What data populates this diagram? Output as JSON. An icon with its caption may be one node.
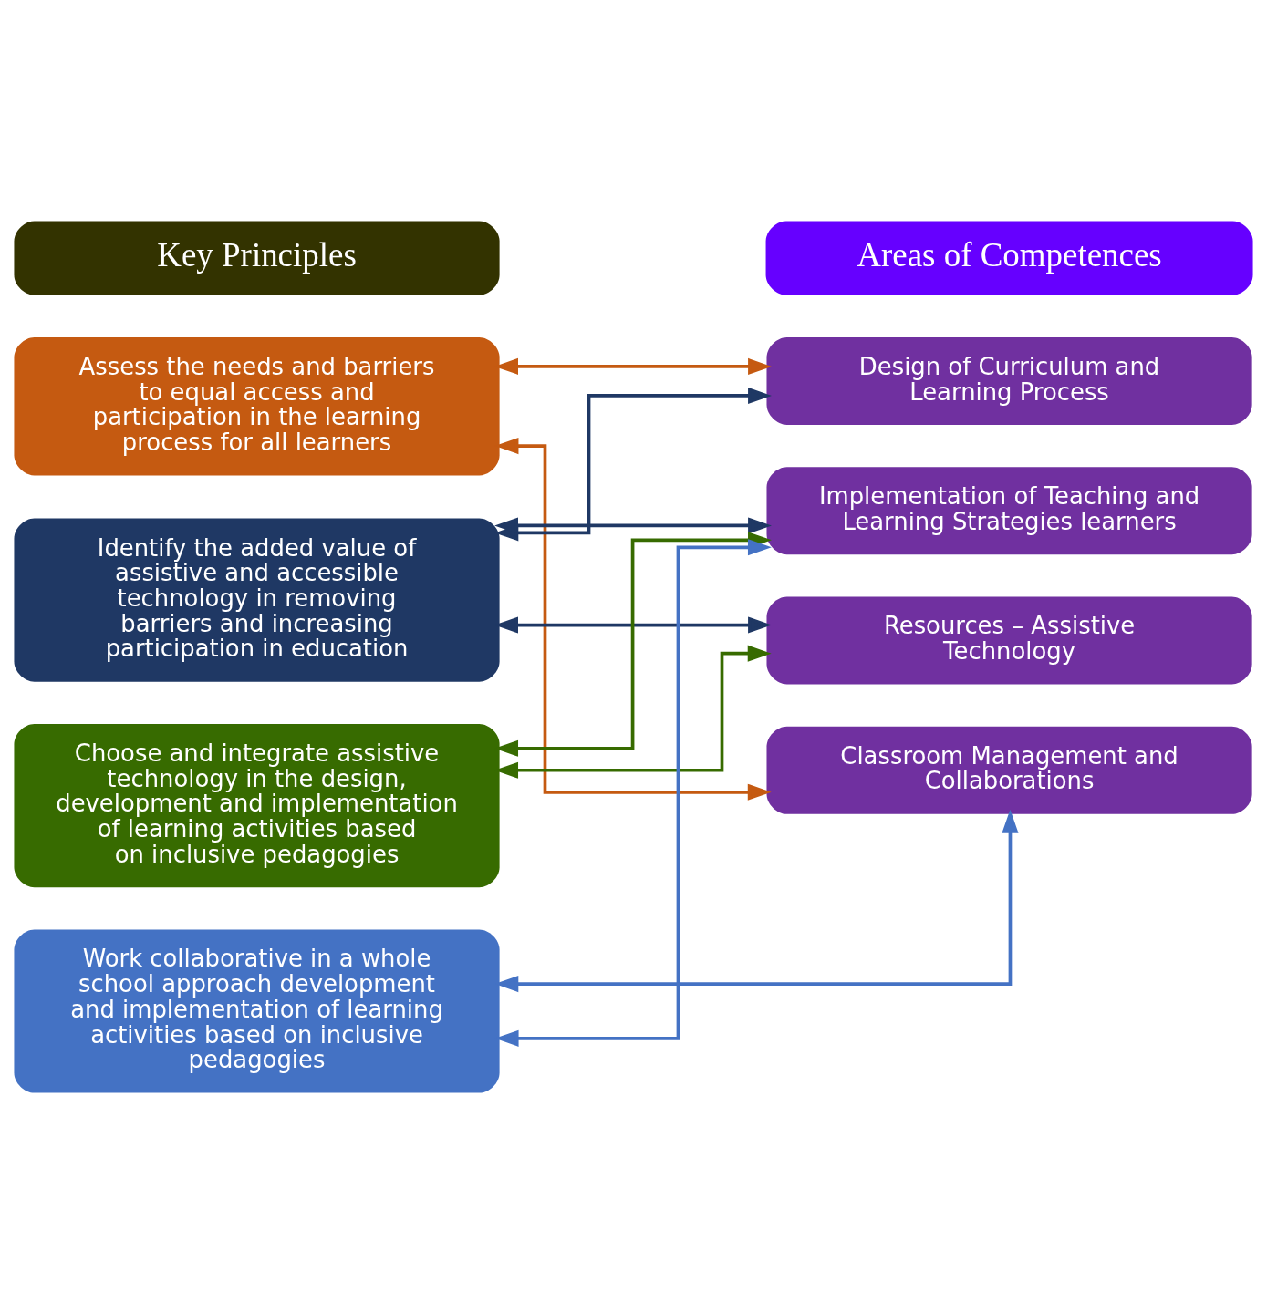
{
  "diagram": {
    "nodes": [
      {
        "text": [
          "Key Principles"
        ]
      },
      {
        "text": [
          "Areas of Competences"
        ]
      },
      {
        "text": [
          "Assess the needs and barriers to equal access and participation in the learning process for all learners"
        ]
      },
      {
        "text": [
          "Identify the added value of assistive and accessible technology in removing barriers and increasing participation in education"
        ]
      },
      {
        "text": [
          "Choose and integrate assistive technology in the design, development and implementation of learning activities based on inclusive pedagogies"
        ]
      },
      {
        "text": [
          "Work collaborative in a whole school approach development and implementation of learning activities based on inclusive pedagogies"
        ]
      },
      {
        "text": [
          "Design of Curriculum and Learning Process"
        ]
      },
      {
        "text": [
          "Implementation of Teaching and Learning Strategies learners"
        ]
      },
      {
        "text": [
          "Resources – Assistive Technology"
        ]
      },
      {
        "text": [
          "Classroom Management and Collaborations"
        ]
      }
    ],
    "edges": [
      {
        "from": 2,
        "to": 6,
        "arrow": "both",
        "color": "#c55a11"
      },
      {
        "from": 2,
        "to": 9,
        "arrow": "both",
        "color": "#c55a11"
      },
      {
        "from": 3,
        "to": 6,
        "arrow": "both",
        "color": "#1f3864"
      },
      {
        "from": 3,
        "to": 7,
        "arrow": "both",
        "color": "#1f3864"
      },
      {
        "from": 3,
        "to": 8,
        "arrow": "both",
        "color": "#1f3864"
      },
      {
        "from": 4,
        "to": 7,
        "arrow": "both",
        "color": "#376b00"
      },
      {
        "from": 4,
        "to": 8,
        "arrow": "both",
        "color": "#376b00"
      },
      {
        "from": 5,
        "to": 7,
        "arrow": "both",
        "color": "#4472c4"
      },
      {
        "from": 5,
        "to": 9,
        "arrow": "both",
        "color": "#4472c4"
      }
    ]
  }
}
